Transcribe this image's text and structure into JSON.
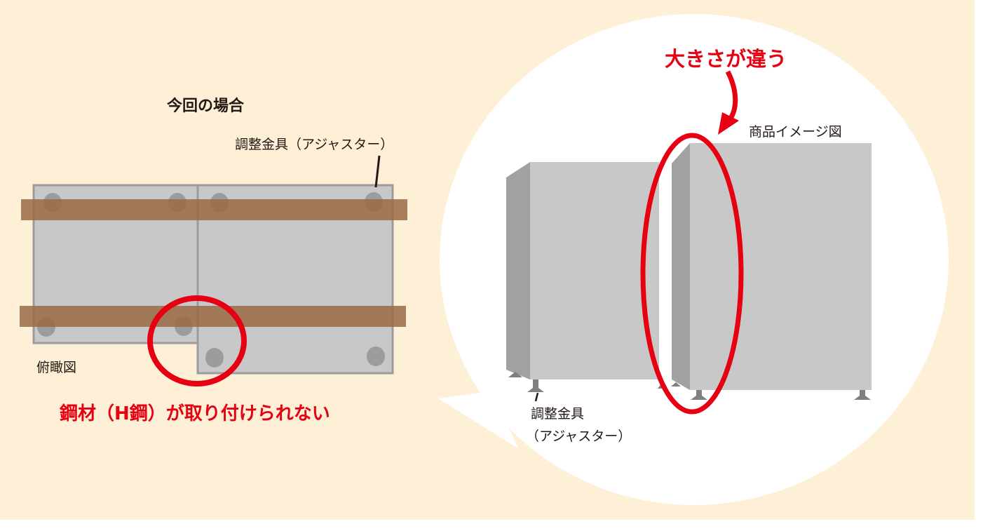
{
  "overview": {
    "title": "今回の場合",
    "adjuster_label": "調整金具（アジャスター）",
    "view_label": "俯瞰図",
    "problem_label": "鋼材（H鋼）が取り付けられない"
  },
  "product_view": {
    "size_note": "大きさが違う",
    "image_label": "商品イメージ図",
    "adjuster_label_line1": "調整金具",
    "adjuster_label_line2": "（アジャスター）"
  },
  "colors": {
    "background": "#fdf0d6",
    "accent_red": "#e60012",
    "cabinet_front": "#c8c8c8",
    "cabinet_side": "#a0a1a0",
    "steel_beam": "#a27a5a"
  }
}
